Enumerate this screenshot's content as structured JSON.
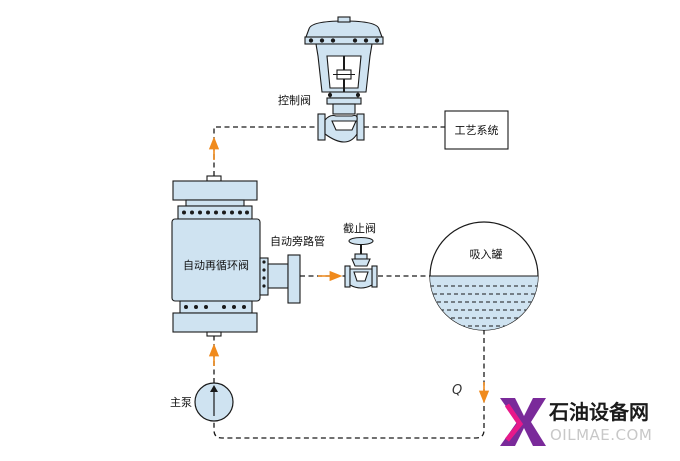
{
  "labels": {
    "control_valve": "控制阀",
    "process_system": "工艺系统",
    "auto_recirc_valve": "自动再循环阀",
    "bypass_pipe": "自动旁路管",
    "stop_valve": "截止阀",
    "suction_tank": "吸入罐",
    "main_pump": "主泵",
    "flow": "Q"
  },
  "watermark": {
    "chinese": "石油设备网",
    "english": "OILMAE.COM"
  },
  "colors": {
    "valve_fill": "#cfe3f1",
    "line": "#1a1a1a",
    "flow_arrow": "#f08a1c",
    "watermark_purple": "#7a2a9a",
    "watermark_pink": "#e8198a"
  }
}
